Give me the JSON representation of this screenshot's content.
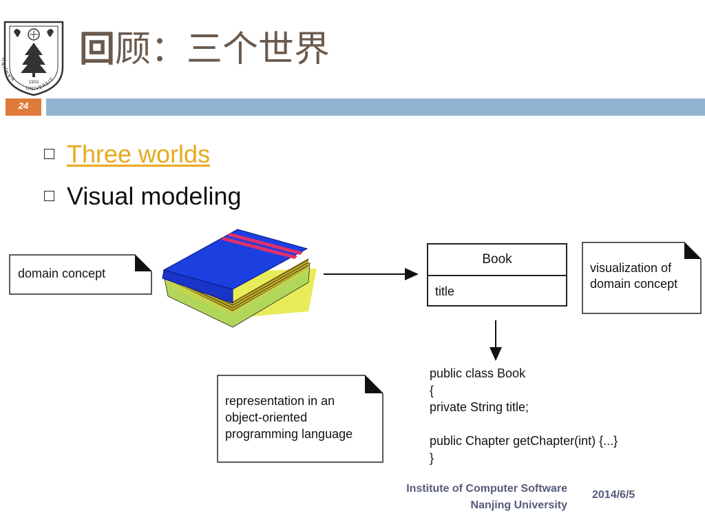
{
  "logo": {
    "university_text": "NANJING UNIVERSITY",
    "year": "1902"
  },
  "slide": {
    "title_first": "回",
    "title_rest": "顾：三个世界",
    "number": "24"
  },
  "bullets": [
    {
      "text": "Three worlds",
      "link": true
    },
    {
      "text": "Visual modeling",
      "link": false
    }
  ],
  "diagram": {
    "note_domain": "domain concept",
    "note_visual": [
      "visualization of",
      "domain concept"
    ],
    "note_repr": [
      "representation in an",
      "object-oriented",
      "programming language"
    ],
    "class_name": "Book",
    "class_attr": "title",
    "code": "public class Book\n{\nprivate String title;\n\npublic Chapter getChapter(int) {...}\n}"
  },
  "footer": {
    "institute_line1": "Institute of Computer Software",
    "institute_line2": "Nanjing University",
    "date": "2014/6/5"
  },
  "colors": {
    "title": "#6b5a4d",
    "link": "#e8a81a",
    "accent_orange": "#e07a3a",
    "accent_blue": "#92b3d0",
    "footer": "#555b7a"
  }
}
